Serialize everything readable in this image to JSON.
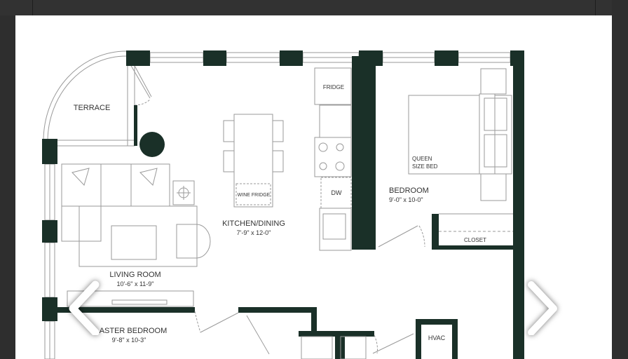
{
  "viewer": {
    "title": "Floor plan image viewer"
  },
  "colors": {
    "wall": "#1a3028",
    "background": "#ffffff",
    "chrome": "#323232",
    "line": "#9a9a9a"
  },
  "rooms": {
    "terrace": {
      "name": "TERRACE"
    },
    "kitchen": {
      "name": "KITCHEN/DINING",
      "size": "7'-9\" x 12-0\""
    },
    "living": {
      "name": "LIVING ROOM",
      "size": "10'-6\" x 11-9\""
    },
    "bedroom": {
      "name": "BEDROOM",
      "size": "9'-0\" x 10-0\""
    },
    "master": {
      "name": "ASTER BEDROOM",
      "size": "9'-8\" x 10-3\""
    },
    "closet": {
      "name": "CLOSET"
    },
    "hvac": {
      "name": "HVAC"
    }
  },
  "fixtures": {
    "fridge": "FRIDGE",
    "dishwasher": "DW",
    "wine_fridge": "WINE FRIDGE",
    "bed_line1": "QUEEN",
    "bed_line2": "SIZE BED"
  },
  "navigation": {
    "prev_icon": "chevron-left-icon",
    "next_icon": "chevron-right-icon"
  }
}
